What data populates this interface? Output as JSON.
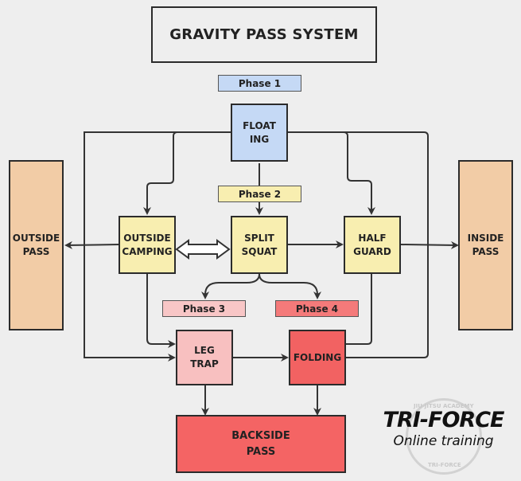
{
  "title": "GRAVITY PASS SYSTEM",
  "colors": {
    "phase1": "#c5d9f5",
    "phase2": "#f8eeb0",
    "phase3": "#f8c6c6",
    "phase4": "#f47a7a",
    "floating": "#c5d9f5",
    "yellow_node": "#f8eeb0",
    "side_pass": "#f2cca6",
    "leg_trap": "#f8c0c0",
    "folding": "#f26262",
    "backside": "#f46464",
    "line": "#333333"
  },
  "phases": {
    "phase1": "Phase 1",
    "phase2": "Phase 2",
    "phase3": "Phase 3",
    "phase4": "Phase 4"
  },
  "nodes": {
    "floating": "FLOAT\nING",
    "outside_camping": "OUTSIDE\nCAMPING",
    "split_squat": "SPLIT\nSQUAT",
    "half_guard": "HALF\nGUARD",
    "outside_pass": "OUTSIDE\nPASS",
    "inside_pass": "INSIDE\nPASS",
    "leg_trap": "LEG\nTRAP",
    "folding": "FOLDING",
    "backside_pass": "BACKSIDE\nPASS"
  },
  "connections": [
    {
      "from": "floating",
      "to": "split_squat"
    },
    {
      "from": "floating",
      "to": "outside_camping"
    },
    {
      "from": "floating",
      "to": "half_guard"
    },
    {
      "from": "floating",
      "to": "leg_trap"
    },
    {
      "from": "floating",
      "to": "folding"
    },
    {
      "from": "outside_camping",
      "to": "outside_pass"
    },
    {
      "from": "outside_camping",
      "to": "split_squat",
      "bidirectional": true
    },
    {
      "from": "split_squat",
      "to": "half_guard"
    },
    {
      "from": "half_guard",
      "to": "inside_pass"
    },
    {
      "from": "split_squat",
      "to": "phase3"
    },
    {
      "from": "split_squat",
      "to": "phase4"
    },
    {
      "from": "outside_camping",
      "to": "leg_trap"
    },
    {
      "from": "half_guard",
      "to": "folding"
    },
    {
      "from": "leg_trap",
      "to": "folding"
    },
    {
      "from": "leg_trap",
      "to": "backside_pass"
    },
    {
      "from": "folding",
      "to": "backside_pass"
    }
  ],
  "logo": {
    "main": "TRI-FORCE",
    "sub": "Online training",
    "ring_top": "JIU-JITSU ACADEMY",
    "ring_bottom": "TRI-FORCE"
  }
}
